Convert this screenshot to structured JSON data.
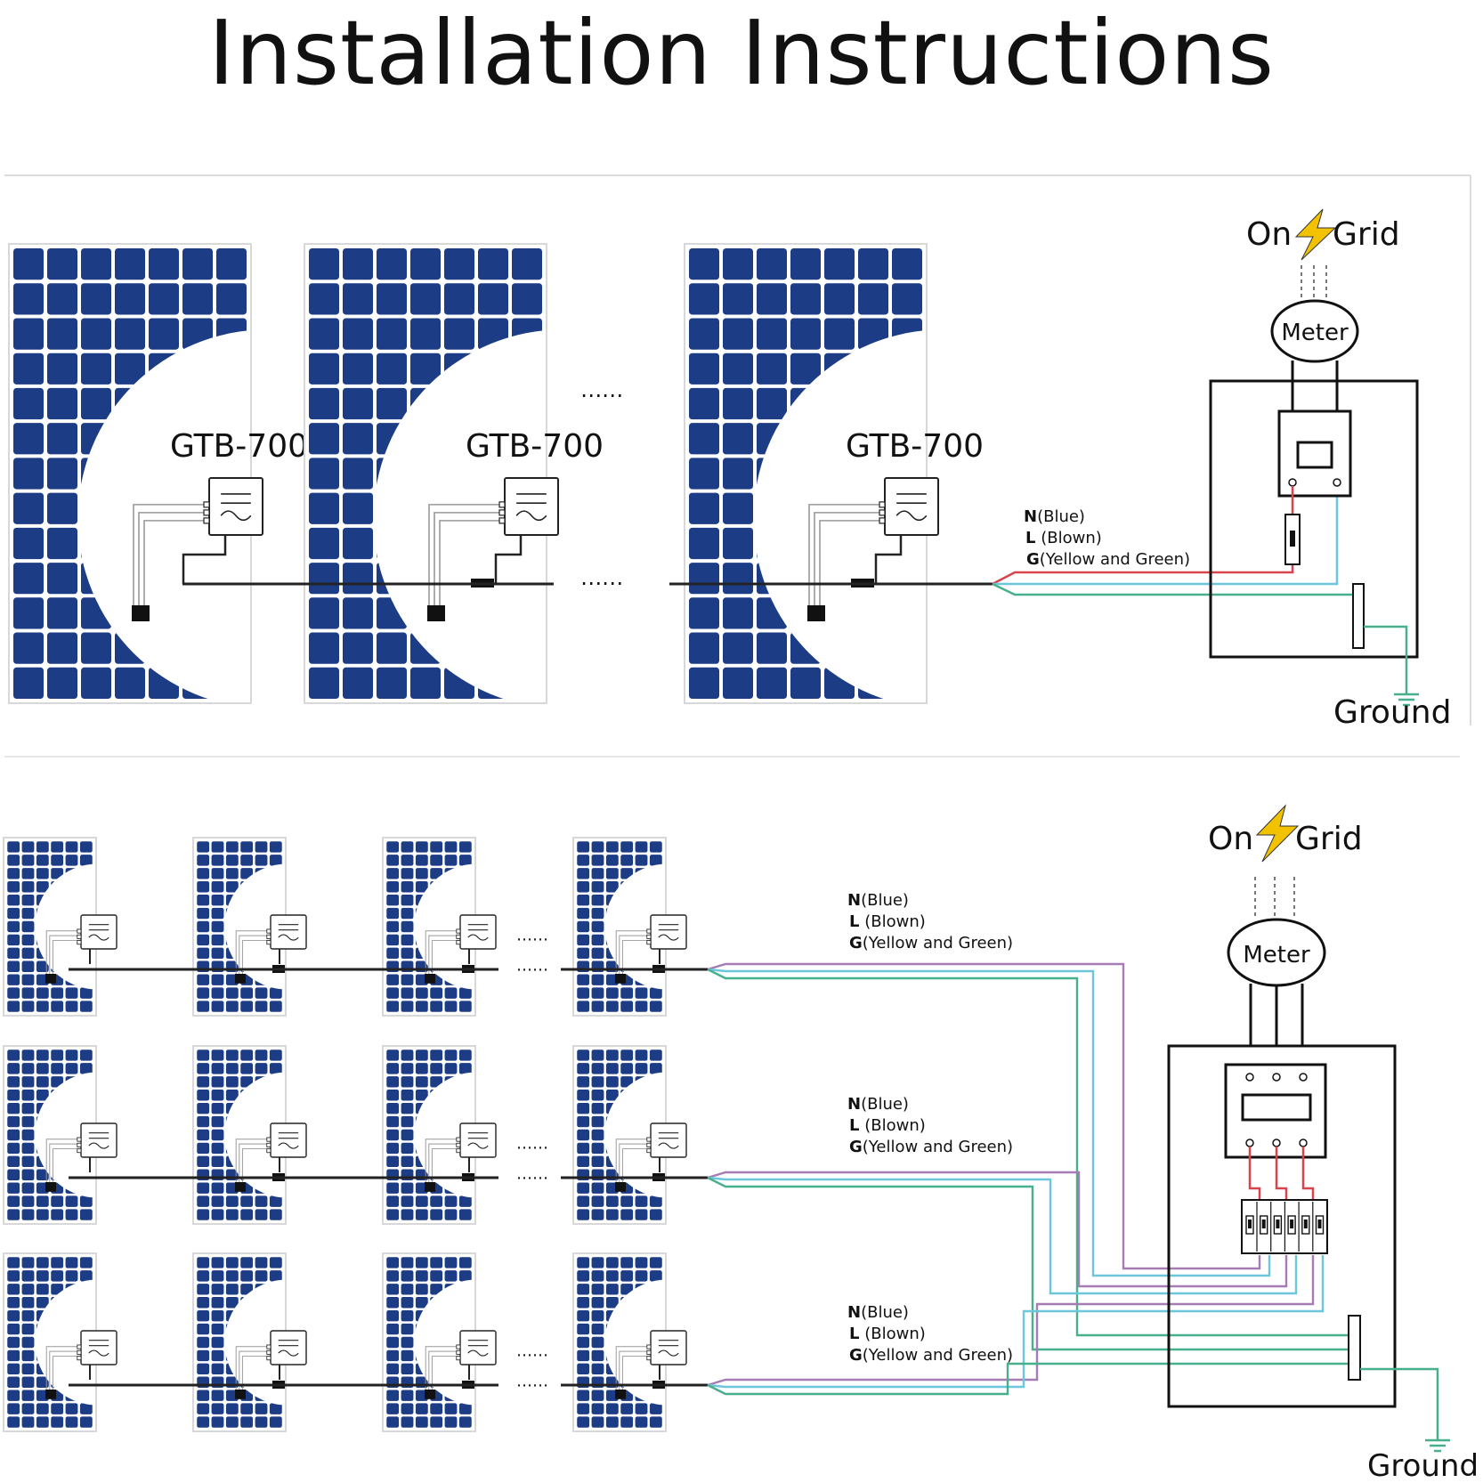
{
  "page": {
    "title": "Installation Instructions"
  },
  "colors": {
    "panel": "#1d3c86",
    "cell_gap": "#ffffff",
    "neutral_wire": "#6cc6dc",
    "live_wire_single": "#d9434b",
    "live_wire_three": "#a77bb3",
    "ground_wire": "#47b08a",
    "trunk_cable": "#222222",
    "bolt": "#f2c200"
  },
  "top_diagram": {
    "inverter_model": "GTB-700",
    "inverter_labels": [
      "GTB-700",
      "GTB-700",
      "GTB-700"
    ],
    "continuation": "⋯⋯",
    "wire_legend": {
      "n": {
        "letter": "N",
        "text": "(Blue)"
      },
      "l": {
        "letter": "L",
        "text": " (Blown)"
      },
      "g": {
        "letter": "G",
        "text": "(Yellow and Green)"
      }
    },
    "grid": {
      "left": "On",
      "right": "Grid"
    },
    "meter": "Meter",
    "ground": "Ground"
  },
  "bottom_diagram": {
    "rows": 3,
    "panels_per_row": 4,
    "wire_legends": [
      {
        "n": {
          "letter": "N",
          "text": "(Blue)"
        },
        "l": {
          "letter": "L",
          "text": " (Blown)"
        },
        "g": {
          "letter": "G",
          "text": "(Yellow and Green)"
        }
      },
      {
        "n": {
          "letter": "N",
          "text": "(Blue)"
        },
        "l": {
          "letter": "L",
          "text": " (Blown)"
        },
        "g": {
          "letter": "G",
          "text": "(Yellow and Green)"
        }
      },
      {
        "n": {
          "letter": "N",
          "text": "(Blue)"
        },
        "l": {
          "letter": "L",
          "text": " (Blown)"
        },
        "g": {
          "letter": "G",
          "text": "(Yellow and Green)"
        }
      }
    ],
    "grid": {
      "left": "On",
      "right": "Grid"
    },
    "meter": "Meter",
    "ground": "Ground"
  }
}
